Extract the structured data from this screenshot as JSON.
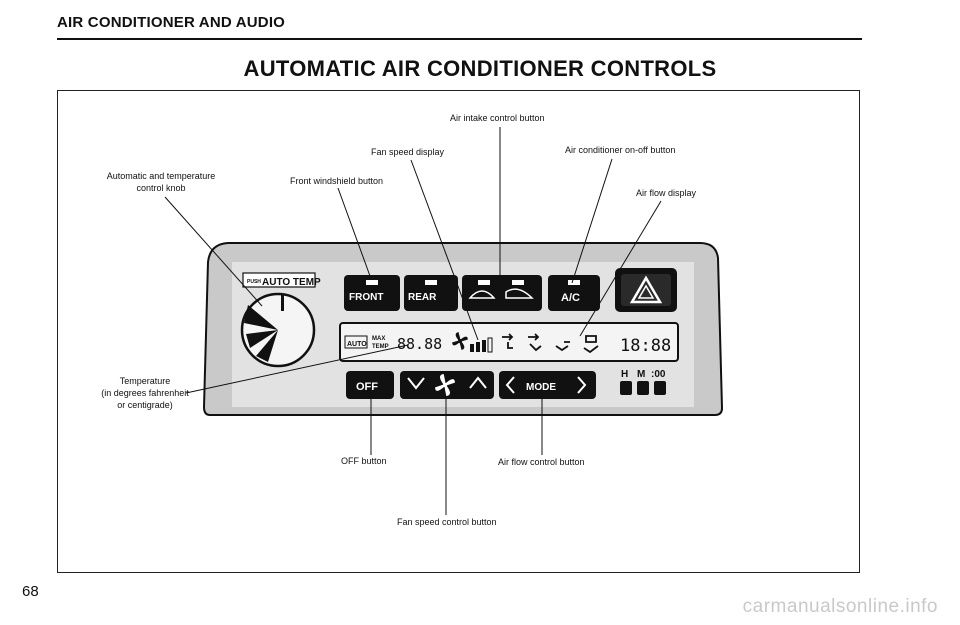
{
  "page": {
    "header": "AIR CONDITIONER AND AUDIO",
    "title": "AUTOMATIC AIR CONDITIONER CONTROLS",
    "page_number": "68",
    "watermark": "carmanualsonline.info"
  },
  "callouts": {
    "air_intake": "Air intake control button",
    "fan_speed_display": "Fan speed display",
    "ac_onoff": "Air conditioner on-off button",
    "auto_temp_knob_1": "Automatic and temperature",
    "auto_temp_knob_2": "control knob",
    "front_windshield": "Front windshield button",
    "air_flow_display": "Air flow display",
    "temperature_1": "Temperature",
    "temperature_2": "(in degrees fahrenheit",
    "temperature_3": "or centigrade)",
    "off_button": "OFF button",
    "air_flow_control": "Air flow control button",
    "fan_speed_control": "Fan speed control button"
  },
  "panel": {
    "push_label": "PUSH",
    "auto_temp_label": "AUTO TEMP",
    "front_label": "FRONT",
    "rear_label": "REAR",
    "ac_label": "A/C",
    "off_label": "OFF",
    "mode_label": "MODE",
    "lcd_auto": "AUTO",
    "lcd_max": "MAX",
    "lcd_temp": "TEMP",
    "lcd_temp_value": "88.88",
    "lcd_clock": "18:88",
    "clock_h": "H",
    "clock_m": "M",
    "clock_00": ":00"
  }
}
